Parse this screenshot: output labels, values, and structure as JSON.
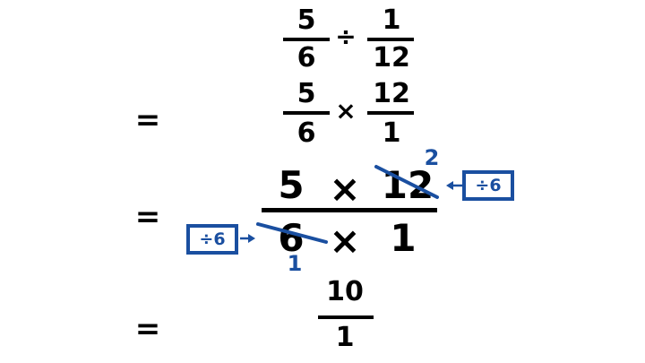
{
  "row1": {
    "num1": "5",
    "den1": "6",
    "op": "÷",
    "num2": "1",
    "den2": "12"
  },
  "row2": {
    "eq": "=",
    "num1": "5",
    "den1": "6",
    "op": "×",
    "num2": "12",
    "den2": "1"
  },
  "row3": {
    "eq": "=",
    "num_left": "5",
    "num_op": "×",
    "num_right": "12",
    "den_left": "6",
    "den_op": "×",
    "den_right": "1",
    "reduced_top": "2",
    "reduced_bottom": "1",
    "annotation_right": "÷6",
    "annotation_left": "÷6"
  },
  "row4": {
    "eq": "=",
    "num": "10",
    "den": "1"
  },
  "colors": {
    "black": "#000000",
    "blue": "#1a4fa0"
  }
}
